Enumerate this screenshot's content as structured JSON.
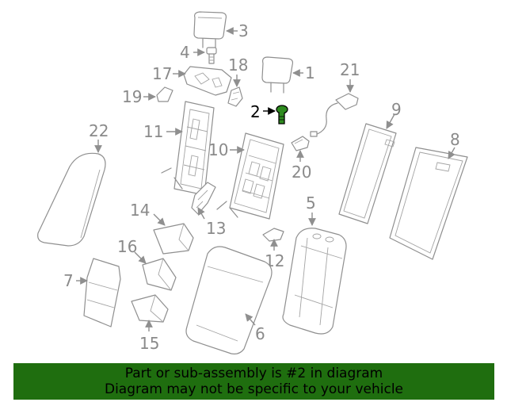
{
  "diagram": {
    "highlighted_part": "2",
    "highlight_color": "#2e8b1f",
    "callouts": [
      "1",
      "2",
      "3",
      "4",
      "5",
      "6",
      "7",
      "8",
      "9",
      "10",
      "11",
      "12",
      "13",
      "14",
      "15",
      "16",
      "17",
      "18",
      "19",
      "20",
      "21",
      "22"
    ]
  },
  "banner": {
    "line1": "Part or sub-assembly is #2 in diagram",
    "line2": "Diagram may not be specific to your vehicle",
    "background": "#1f6e0f"
  }
}
